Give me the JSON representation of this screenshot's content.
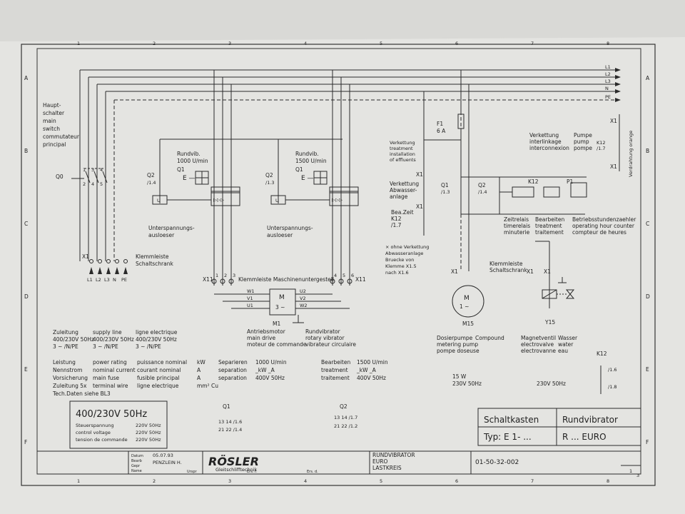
{
  "ruler_top": [
    "1",
    "2",
    "3",
    "4",
    "5",
    "6",
    "7",
    "8"
  ],
  "rows": [
    "A",
    "B",
    "C",
    "D",
    "E",
    "F"
  ],
  "bus": [
    "L1",
    "L2",
    "L3",
    "N",
    "PE"
  ],
  "main_switch": {
    "lines": [
      "Haupt-",
      "schalter",
      "main",
      "switch",
      "commutateur",
      "principal"
    ],
    "tag": "Q0"
  },
  "terminal_left": {
    "tag": "X1",
    "labels": [
      "L1",
      "L2",
      "L3",
      "N",
      "PE"
    ],
    "desc": [
      "Klemmleiste",
      "Schaltschrank"
    ]
  },
  "motor1": {
    "title": [
      "Rundvib.",
      "1000 U/min"
    ],
    "q": "Q1",
    "trip": [
      "Unterspannungs-",
      "ausloeser"
    ]
  },
  "motor2": {
    "title": [
      "Rundvib.",
      "1500 U/min"
    ],
    "q": "Q1",
    "trip": [
      "Unterspannungs-",
      "ausloeser"
    ]
  },
  "q2_label": "Q2",
  "q2_sub": "/1.4",
  "q1_sub": "/1.3",
  "strip_machine": {
    "left_tag": "X11",
    "right_tag": "X11",
    "desc": "Klemmleiste Maschinenuntergestell",
    "left_nums": [
      "1",
      "2",
      "3"
    ],
    "right_nums": [
      "4",
      "5",
      "6"
    ]
  },
  "motor_main": {
    "tag": "M1",
    "symbol": "M",
    "phase": "3 ~",
    "windings": [
      "W1",
      "V1",
      "U1",
      "U2",
      "V2",
      "W2"
    ]
  },
  "desc_drive": [
    "Antriebsmotor",
    "main drive",
    "moteur de commande"
  ],
  "desc_vib": [
    "Rundvibrator",
    "rotary vibrator",
    "vibrateur circulaire"
  ],
  "water_note": [
    "Verkettung",
    "Abwasser-",
    "anlage"
  ],
  "water_chain": [
    "Verkettung",
    "Abwasser-",
    "anlage"
  ],
  "treatment": [
    "Verkettung",
    "treatment",
    "installation",
    "of effluents"
  ],
  "bea": [
    "Bea.Zeit",
    "K12",
    "/1.7"
  ],
  "no_chain": [
    "× ohne Verkettung",
    "Abwasseranlage",
    "Bruecke von",
    "Klemme X1.5",
    "nach X1.6"
  ],
  "f1": {
    "tag": "F1",
    "rating": "6 A"
  },
  "q1b": {
    "tag": "Q1",
    "sub": "/1.3"
  },
  "q2b": {
    "tag": "Q2",
    "sub": "/1.4"
  },
  "k12": {
    "tag": "K12",
    "p1": "P1"
  },
  "chain_iface": [
    "Verkettung",
    "interlinkage",
    "interconnexion"
  ],
  "pump_word": [
    "Pumpe",
    "pump",
    "pompe"
  ],
  "k12_right": [
    "K12",
    "/1.7"
  ],
  "right_vert": "Verdrahtung orange",
  "timer": [
    "Zeitrelais",
    "timerelais",
    "minuterie"
  ],
  "bearb": [
    "Bearbeiten",
    "treatment",
    "traitement"
  ],
  "hours": [
    "Betriebsstundenzaehler",
    "operating hour counter",
    "compteur de heures"
  ],
  "strip2": [
    "Klemmleiste",
    "Schaltschrank"
  ],
  "m15": {
    "tag": "M15",
    "symbol": "M",
    "phase": "1 ~"
  },
  "y15": "Y15",
  "dosing": [
    "Dosierpumpe",
    "metering pump",
    "pompe doseuse"
  ],
  "compound": "Compound",
  "valve": [
    "Magnetventil",
    "electrovalve",
    "electrovanne"
  ],
  "water": [
    "Wasser",
    "water",
    "eau"
  ],
  "supply": {
    "label": [
      "Zuleitung",
      "400/230V 50Hz",
      "3 ~ /N/PE"
    ],
    "en": [
      "supply line",
      "400/230V 50Hz",
      "3 ~ /N/PE"
    ],
    "fr": [
      "ligne electrique",
      "400/230V 50Hz",
      "3 ~ /N/PE"
    ]
  },
  "ratings": {
    "de": [
      "Leistung",
      "Nennstrom",
      "Vorsicherung",
      "Zuleitung 5x",
      "Tech.Daten siehe BL3"
    ],
    "en": [
      "power rating",
      "nominal current",
      "main fuse",
      "terminal wire"
    ],
    "fr": [
      "puissance nominal",
      "courant nominal",
      "fusible principal",
      "ligne electrique"
    ],
    "unit": [
      "kW",
      "A",
      "A",
      "mm² Cu"
    ]
  },
  "sep": {
    "de": [
      "Separieren",
      "separation",
      "separation"
    ],
    "v": [
      "1000 U/min",
      "_kW  _A",
      "400V 50Hz"
    ]
  },
  "trt": {
    "de": [
      "Bearbeiten",
      "treatment",
      "traitement"
    ],
    "v": [
      "1500 U/min",
      "_kW  _A",
      "400V 50Hz"
    ]
  },
  "dose_spec": [
    "15 W",
    "230V 50Hz"
  ],
  "valve_spec": "230V 50Hz",
  "k12_contacts": {
    "tag": "K12",
    "c1": "/1.6",
    "c2": "/1.8"
  },
  "voltage_box": {
    "title": "400/230V 50Hz",
    "rows": [
      [
        "Steuerspannung",
        "220V 50Hz"
      ],
      [
        "control voltage",
        "220V 50Hz"
      ],
      [
        "tension de commande",
        "220V 50Hz"
      ]
    ]
  },
  "q1_contacts": {
    "tag": "Q1",
    "a": "13 14 /1.6",
    "b": "21 22 /1.4"
  },
  "q2_contacts": {
    "tag": "Q2",
    "a": "13 14 /1.7",
    "b": "21 22 /1.2"
  },
  "title_block": {
    "cabinet": "Schaltkasten",
    "type": "Typ: E 1- ...",
    "product": "Rundvibrator",
    "product_sub": "R ... EURO",
    "logo": "RÖSLER",
    "logo_sub": "Gleitschlifftechnik",
    "desc": [
      "RUNDVIBRATOR",
      "EURO",
      "LASTKREIS"
    ],
    "drawing_no": "01-50-32-002",
    "date": "05.07.93",
    "name": "PENZLEIN H.",
    "sheet": "1",
    "sheets": "3",
    "fields": [
      "Datum",
      "Bearb",
      "Gepr",
      "Name",
      "Urspr",
      "Ers. f.",
      "Ers. d."
    ]
  }
}
